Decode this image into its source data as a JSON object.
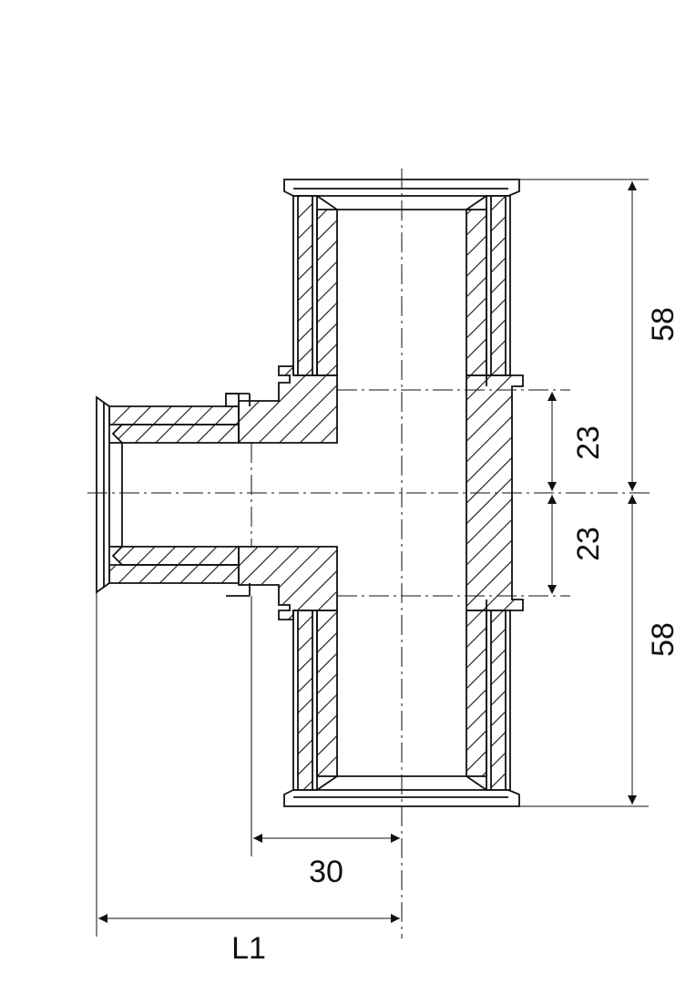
{
  "drawing": {
    "subject": "tee-fitting-section",
    "colors": {
      "line": "#111111",
      "background": "#ffffff"
    },
    "dimensions": {
      "upper_length": "58",
      "lower_length": "58",
      "upper_half_bore": "23",
      "lower_half_bore": "23",
      "branch_offset": "30",
      "branch_length": "L1"
    }
  }
}
